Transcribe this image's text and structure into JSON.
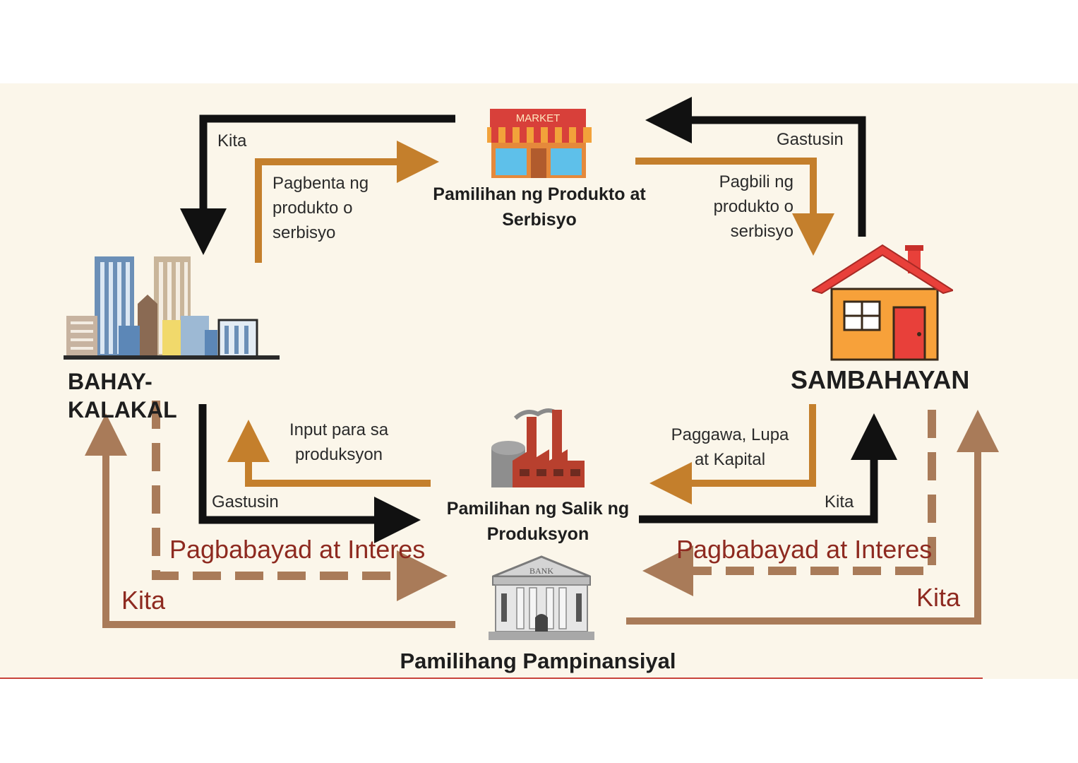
{
  "nodes": {
    "business": "BAHAY-KALAKAL",
    "household": "SAMBAHAYAN",
    "product_market": "Pamilihan ng Produkto at Serbisyo",
    "factor_market": "Pamilihan ng Salik ng Produksyon",
    "financial_market": "Pamilihang Pampinansiyal"
  },
  "icons": {
    "market_sign": "MARKET",
    "bank_sign": "BANK"
  },
  "flows": {
    "top_left_kita": "Kita",
    "top_left_sale_1": "Pagbenta ng",
    "top_left_sale_2": "produkto o",
    "top_left_sale_3": "serbisyo",
    "top_right_gastusin": "Gastusin",
    "top_right_buy_1": "Pagbili ng",
    "top_right_buy_2": "produkto o",
    "top_right_buy_3": "serbisyo",
    "mid_left_input_1": "Input para sa",
    "mid_left_input_2": "produksyon",
    "mid_left_gastusin": "Gastusin",
    "mid_right_factors_1": "Paggawa, Lupa",
    "mid_right_factors_2": "at Kapital",
    "mid_right_kita": "Kita",
    "fin_left_payment": "Pagbabayad at Interes",
    "fin_left_kita": "Kita",
    "fin_right_payment": "Pagbabayad at Interes",
    "fin_right_kita": "Kita"
  },
  "colors": {
    "background": "#fbf6ea",
    "money_flow": "#111111",
    "goods_flow": "#c47f2c",
    "financial_flow": "#a97b59",
    "accent_text": "#8e2a20"
  }
}
